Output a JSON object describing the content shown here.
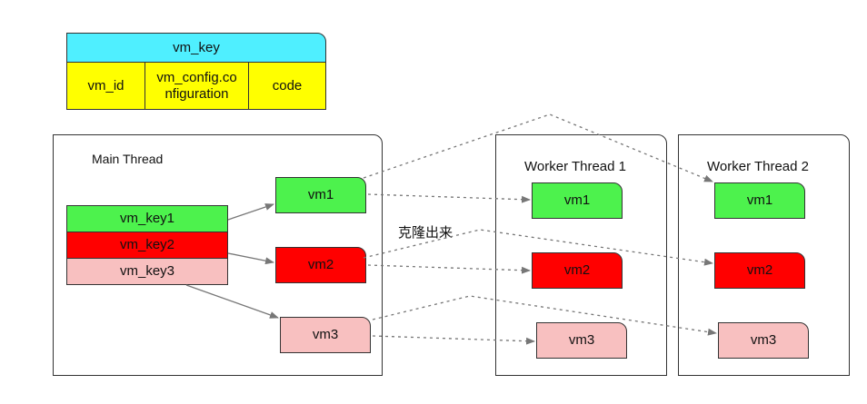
{
  "key_table": {
    "header": "vm_key",
    "cells": [
      "vm_id",
      "vm_config.co nfiguration",
      "code"
    ]
  },
  "main_thread": {
    "title": "Main Thread",
    "keys": [
      "vm_key1",
      "vm_key2",
      "vm_key3"
    ],
    "vms": [
      "vm1",
      "vm2",
      "vm3"
    ]
  },
  "worker1": {
    "title": "Worker Thread 1",
    "vms": [
      "vm1",
      "vm2",
      "vm3"
    ]
  },
  "worker2": {
    "title": "Worker Thread 2",
    "vms": [
      "vm1",
      "vm2",
      "vm3"
    ]
  },
  "clone_label": "克隆出来",
  "colors": {
    "header": "#4fefff",
    "cells": "#ffff00",
    "vm1": "#4df24d",
    "vm2": "#ff0000",
    "vm3": "#f8c0c0"
  }
}
